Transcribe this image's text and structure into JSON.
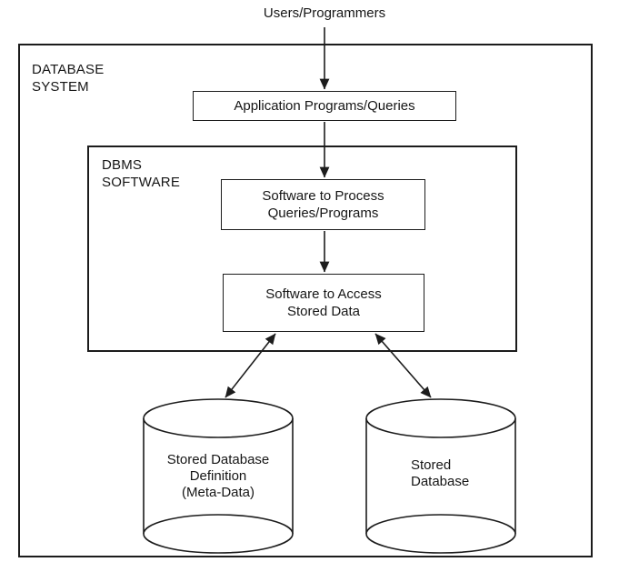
{
  "colors": {
    "line": "#1c1c1c",
    "text": "#161616",
    "bg": "#ffffff"
  },
  "labels": {
    "users": "Users/Programmers",
    "outer_line1": "DATABASE",
    "outer_line2": "SYSTEM",
    "dbms_line1": "DBMS",
    "dbms_line2": "SOFTWARE"
  },
  "boxes": {
    "application": {
      "label": "Application Programs/Queries"
    },
    "process": {
      "line1": "Software to Process",
      "line2": "Queries/Programs"
    },
    "access": {
      "line1": "Software to Access",
      "line2": "Stored Data"
    }
  },
  "cylinders": {
    "metadata": {
      "line1": "Stored Database",
      "line2": "Definition",
      "line3": "(Meta-Data)"
    },
    "database": {
      "line1": "Stored",
      "line2": "Database"
    }
  }
}
